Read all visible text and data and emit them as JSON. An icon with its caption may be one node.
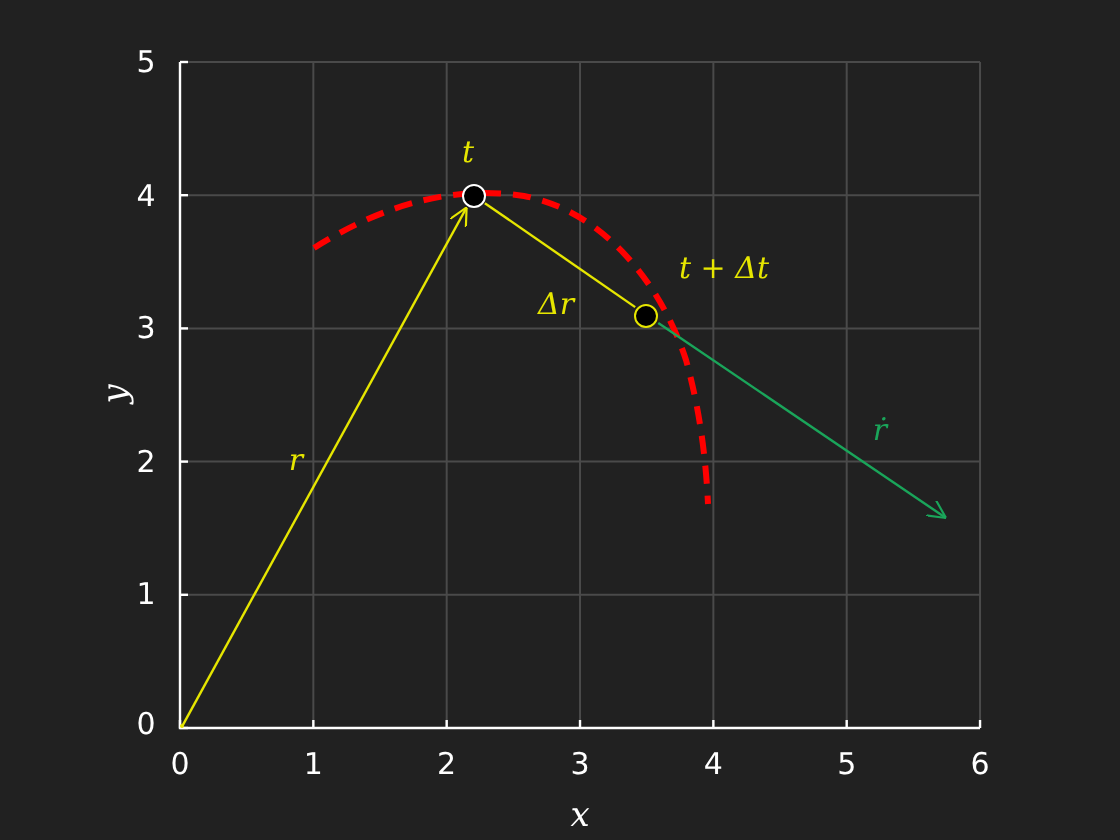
{
  "diagram": {
    "nodes": [
      {
        "text": [],
        "shape": "circle",
        "beside": [
          "t"
        ]
      },
      {
        "text": [],
        "shape": "circle",
        "beside": [
          "t + Δt"
        ]
      },
      {
        "text": [],
        "shape": "point"
      }
    ],
    "edges": [
      {
        "from": 2,
        "to": 0,
        "arrow": "to",
        "label": "r"
      },
      {
        "from": 0,
        "to": 1,
        "arrow": "none",
        "label": "Δr"
      },
      {
        "from": 1,
        "to": null,
        "arrow": "to",
        "label": "ṙ",
        "color": "#1aa55a"
      }
    ],
    "labels": [
      "5",
      "4",
      "3",
      "2",
      "1",
      "0",
      "y",
      "0",
      "1",
      "2",
      "3",
      "4",
      "5",
      "6",
      "x"
    ]
  }
}
